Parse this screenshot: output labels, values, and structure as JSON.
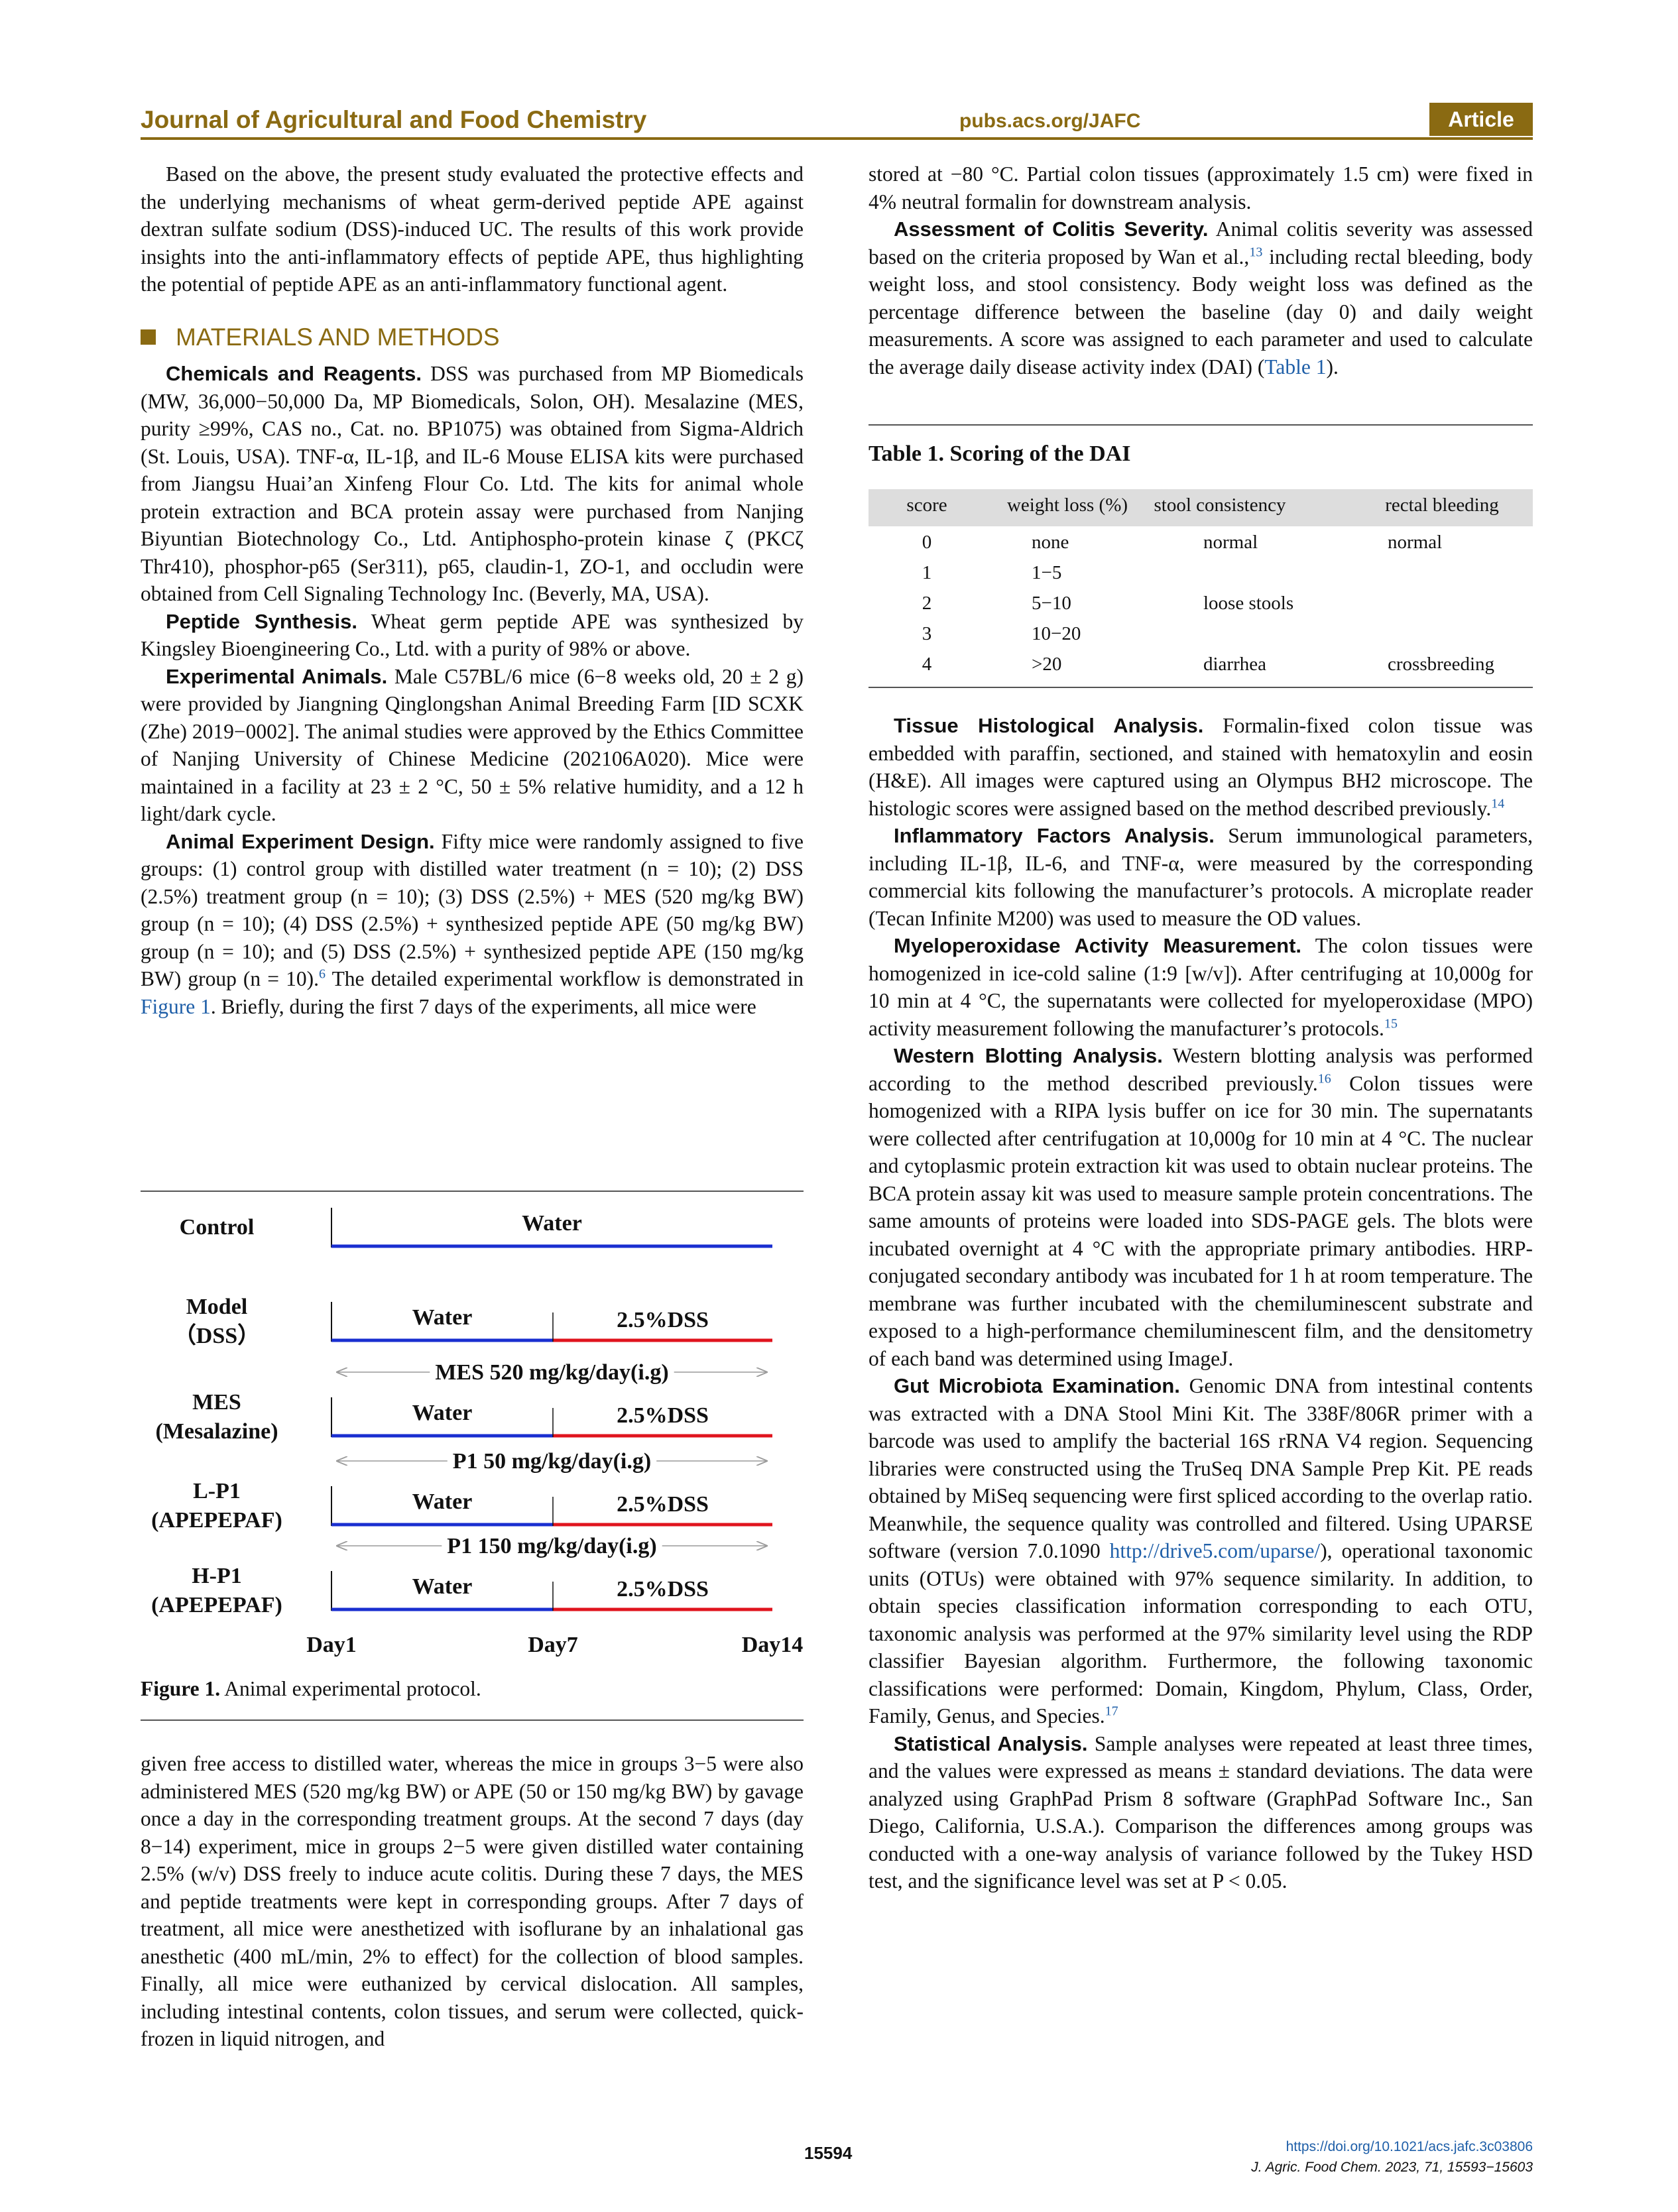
{
  "header": {
    "journal": "Journal of Agricultural and Food Chemistry",
    "url": "pubs.acs.org/JAFC",
    "badge": "Article"
  },
  "left_col": {
    "intro_para": "Based on the above, the present study evaluated the protective effects and the underlying mechanisms of wheat germ-derived peptide APE against dextran sulfate sodium (DSS)-induced UC. The results of this work provide insights into the anti-inflammatory effects of peptide APE, thus highlighting the potential of peptide APE as an anti-inflammatory functional agent.",
    "section_title": "MATERIALS AND METHODS",
    "chem_head": "Chemicals and Reagents.",
    "chem_body": " DSS was purchased from MP Biomedicals (MW, 36,000−50,000 Da, MP Biomedicals, Solon, OH). Mesalazine (MES, purity ≥99%, CAS no., Cat. no. BP1075) was obtained from Sigma-Aldrich (St. Louis, USA). TNF-α, IL-1β, and IL-6 Mouse ELISA kits were purchased from Jiangsu Huai’an Xinfeng Flour Co. Ltd. The kits for animal whole protein extraction and BCA protein assay were purchased from Nanjing Biyuntian Biotechnology Co., Ltd. Antiphospho-protein kinase ζ (PKCζ Thr410), phosphor-p65 (Ser311), p65, claudin-1, ZO-1, and occludin were obtained from Cell Signaling Technology Inc. (Beverly, MA, USA).",
    "pep_head": "Peptide Synthesis.",
    "pep_body": " Wheat germ peptide APE was synthesized by Kingsley Bioengineering Co., Ltd. with a purity of 98% or above.",
    "anim_head": "Experimental Animals.",
    "anim_body": " Male C57BL/6 mice (6−8 weeks old, 20 ± 2 g) were provided by Jiangning Qinglongshan Animal Breeding Farm [ID SCXK (Zhe) 2019−0002]. The animal studies were approved by the Ethics Committee of Nanjing University of Chinese Medicine (202106A020). Mice were maintained in a facility at 23 ± 2 °C, 50 ± 5% relative humidity, and a 12 h light/dark cycle.",
    "design_head": "Animal Experiment Design.",
    "design_body": " Fifty mice were randomly assigned to five groups: (1) control group with distilled water treatment (n = 10); (2) DSS (2.5%) treatment group (n = 10); (3) DSS (2.5%) + MES (520 mg/kg BW) group (n = 10); (4) DSS (2.5%) + synthesized peptide APE (50 mg/kg BW) group (n = 10); and (5) DSS (2.5%) + synthesized peptide APE (150 mg/kg BW) group (n = 10).",
    "design_ref": "6",
    "design_body2": " The detailed experimental workflow is demonstrated in ",
    "design_link": "Figure 1",
    "design_body3": ". Briefly, during the first 7 days of the experiments, all mice were",
    "cont_para": "given free access to distilled water, whereas the mice in groups 3−5 were also administered MES (520 mg/kg BW) or APE (50 or 150 mg/kg BW) by gavage once a day in the corresponding treatment groups. At the second 7 days (day 8−14) experiment, mice in groups 2−5 were given distilled water containing 2.5% (w/v) DSS freely to induce acute colitis. During these 7 days, the MES and peptide treatments were kept in corresponding groups. After 7 days of treatment, all mice were anesthetized with isoflurane by an inhalational gas anesthetic (400 mL/min, 2% to effect) for the collection of blood samples. Finally, all mice were euthanized by cervical dislocation. All samples, including intestinal contents, colon tissues, and serum were collected, quick-frozen in liquid nitrogen, and"
  },
  "figure1": {
    "groups": [
      {
        "label1": "Control",
        "label2": ""
      },
      {
        "label1": "Model",
        "label2": "（DSS）"
      },
      {
        "label1": "MES",
        "label2": "(Mesalazine)"
      },
      {
        "label1": "L-P1",
        "label2": "(APEPEPAF)"
      },
      {
        "label1": "H-P1",
        "label2": "(APEPEPAF)"
      }
    ],
    "water": "Water",
    "dss": "2.5%DSS",
    "dose_mes": "MES 520 mg/kg/day(i.g)",
    "dose_l": "P1 50 mg/kg/day(i.g)",
    "dose_h": "P1 150 mg/kg/day(i.g)",
    "day1": "Day1",
    "day7": "Day7",
    "day14": "Day14",
    "caption_label": "Figure 1.",
    "caption_text": " Animal experimental protocol.",
    "colors": {
      "water": "#1a2fd0",
      "dss": "#e0141e",
      "arrow": "#9a9a9a"
    }
  },
  "right_col": {
    "stored": "stored at −80 °C. Partial colon tissues (approximately 1.5 cm) were fixed in 4% neutral formalin for downstream analysis.",
    "sev_head": "Assessment of Colitis Severity.",
    "sev_body": " Animal colitis severity was assessed based on the criteria proposed by Wan et al.,",
    "sev_ref": "13",
    "sev_body2": " including rectal bleeding, body weight loss, and stool consistency. Body weight loss was defined as the percentage difference between the baseline (day 0) and daily weight measurements. A score was assigned to each parameter and used to calculate the average daily disease activity index (DAI) (",
    "sev_link": "Table 1",
    "sev_body3": ").",
    "hist_head": "Tissue Histological Analysis.",
    "hist_body": " Formalin-fixed colon tissue was embedded with paraffin, sectioned, and stained with hematoxylin and eosin (H&E). All images were captured using an Olympus BH2 microscope. The histologic scores were assigned based on the method described previously.",
    "hist_ref": "14",
    "infl_head": "Inflammatory Factors Analysis.",
    "infl_body": " Serum immunological parameters, including IL-1β, IL-6, and TNF-α, were measured by the corresponding commercial kits following the manufacturer’s protocols. A microplate reader (Tecan Infinite M200) was used to measure the OD values.",
    "mpo_head": "Myeloperoxidase Activity Measurement.",
    "mpo_body": " The colon tissues were homogenized in ice-cold saline (1:9 [w/v]). After centrifuging at 10,000g for 10 min at 4 °C, the supernatants were collected for myeloperoxidase (MPO) activity measurement following the manufacturer’s protocols.",
    "mpo_ref": "15",
    "wb_head": "Western Blotting Analysis.",
    "wb_body": " Western blotting analysis was performed according to the method described previously.",
    "wb_ref": "16",
    "wb_body2": " Colon tissues were homogenized with a RIPA lysis buffer on ice for 30 min. The supernatants were collected after centrifugation at 10,000g for 10 min at 4 °C. The nuclear and cytoplasmic protein extraction kit was used to obtain nuclear proteins. The BCA protein assay kit was used to measure sample protein concentrations. The same amounts of proteins were loaded into SDS-PAGE gels. The blots were incubated overnight at 4 °C with the appropriate primary antibodies. HRP-conjugated secondary antibody was incubated for 1 h at room temperature. The membrane was further incubated with the chemiluminescent substrate and exposed to a high-performance chemiluminescent film, and the densitometry of each band was determined using ImageJ.",
    "gut_head": "Gut Microbiota Examination.",
    "gut_body": " Genomic DNA from intestinal contents was extracted with a DNA Stool Mini Kit. The 338F/806R primer with a barcode was used to amplify the bacterial 16S rRNA V4 region. Sequencing libraries were constructed using the TruSeq DNA Sample Prep Kit. PE reads obtained by MiSeq sequencing were first spliced according to the overlap ratio. Meanwhile, the sequence quality was controlled and filtered. Using UPARSE software (version 7.0.1090 ",
    "gut_link": "http://drive5.com/uparse/",
    "gut_body2": "), operational taxonomic units (OTUs) were obtained with 97% sequence similarity. In addition, to obtain species classification information corresponding to each OTU, taxonomic analysis was performed at the 97% similarity level using the RDP classifier Bayesian algorithm. Furthermore, the following taxonomic classifications were performed: Domain, Kingdom, Phylum, Class, Order, Family, Genus, and Species.",
    "gut_ref": "17",
    "stat_head": "Statistical Analysis.",
    "stat_body": " Sample analyses were repeated at least three times, and the values were expressed as means ± standard deviations. The data were analyzed using GraphPad Prism 8 software (GraphPad Software Inc., San Diego, California, U.S.A.). Comparison the differences among groups was conducted with a one-way analysis of variance followed by the Tukey HSD test, and the significance level was set at P < 0.05."
  },
  "table1": {
    "title": "Table 1. Scoring of the DAI",
    "columns": [
      "score",
      "weight loss (%)",
      "stool consistency",
      "rectal bleeding"
    ],
    "rows": [
      [
        "0",
        "none",
        "normal",
        "normal"
      ],
      [
        "1",
        "1−5",
        "",
        ""
      ],
      [
        "2",
        "5−10",
        "loose stools",
        ""
      ],
      [
        "3",
        "10−20",
        "",
        ""
      ],
      [
        "4",
        ">20",
        "diarrhea",
        "crossbreeding"
      ]
    ]
  },
  "footer": {
    "page": "15594",
    "doi": "https://doi.org/10.1021/acs.jafc.3c03806",
    "cite": "J. Agric. Food Chem. 2023, 71, 15593−15603"
  }
}
